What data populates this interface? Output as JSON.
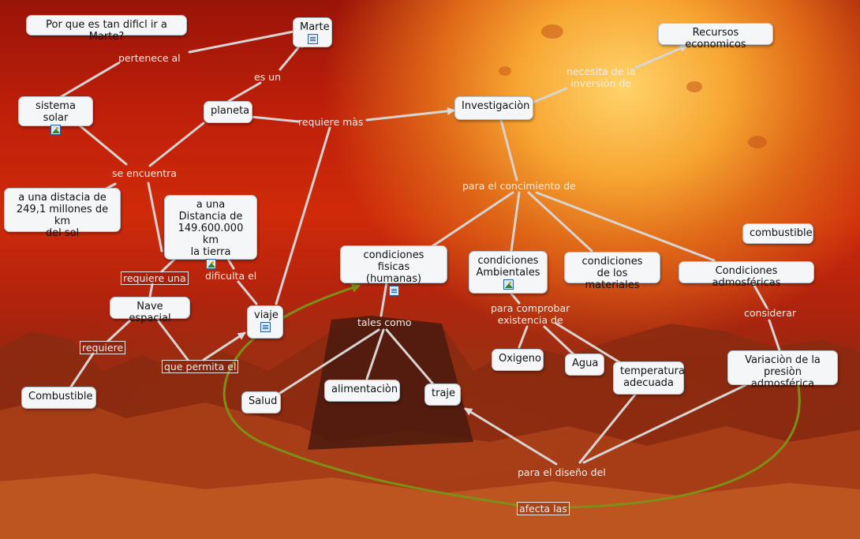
{
  "diagram": {
    "nodes": {
      "title": "Por que es tan dificl ir a Marte?",
      "marte": "Marte",
      "sistema_solar": "sistema solar",
      "planeta": "planeta",
      "investigacion": "Investigaciòn",
      "recursos": "Recursos economicos",
      "distancia_sol": "a una distacia de\n249,1 millones de km\ndel sol",
      "distancia_tierra": "a una\nDistancia de\n149.600.000 km\nla tierra",
      "cond_fisicas": "condiciones fisicas\n(humanas)",
      "cond_ambientales": "condiciones\nAmbientales",
      "cond_materiales": "condiciones\nde los materiales",
      "cond_admosfericas": "Condiciones admosféricas",
      "combustible_right": "combustible",
      "nave": "Nave espacial",
      "viaje": "viaje",
      "combustible_left": "Combustible",
      "salud": "Salud",
      "alimentacion": "alimentaciòn",
      "traje": "traje",
      "oxigeno": "Oxigeno",
      "agua": "Agua",
      "temperatura": "temperatura\nadecuada",
      "presion": "Variaciòn de la\npresiòn admosférica"
    },
    "linking_phrases": {
      "pertenece": "pertenece al",
      "es_un": "es un",
      "requiere_mas": "requiere màs",
      "necesita": "necesita de la\ninversiòn de",
      "se_encuentra": "se encuentra",
      "conocimiento": "para el concimiento de",
      "requiere_una": "requiere una",
      "dificulta": "dificulta el",
      "requiere": "requiere",
      "que_permita": "que permita el",
      "tales_como": "tales como",
      "para_comprobar": "para comprobar\nexistencia de",
      "considerar": "considerar",
      "diseno": "para el diseño del",
      "afecta": "afecta las"
    }
  },
  "icons": {
    "document": "document-icon",
    "image": "image-icon"
  },
  "colors": {
    "node_bg": "#f4f6f8",
    "link_line": "#d8d4d2",
    "highlight_link": "#7d8f17",
    "label_text": "#f3ece6"
  }
}
